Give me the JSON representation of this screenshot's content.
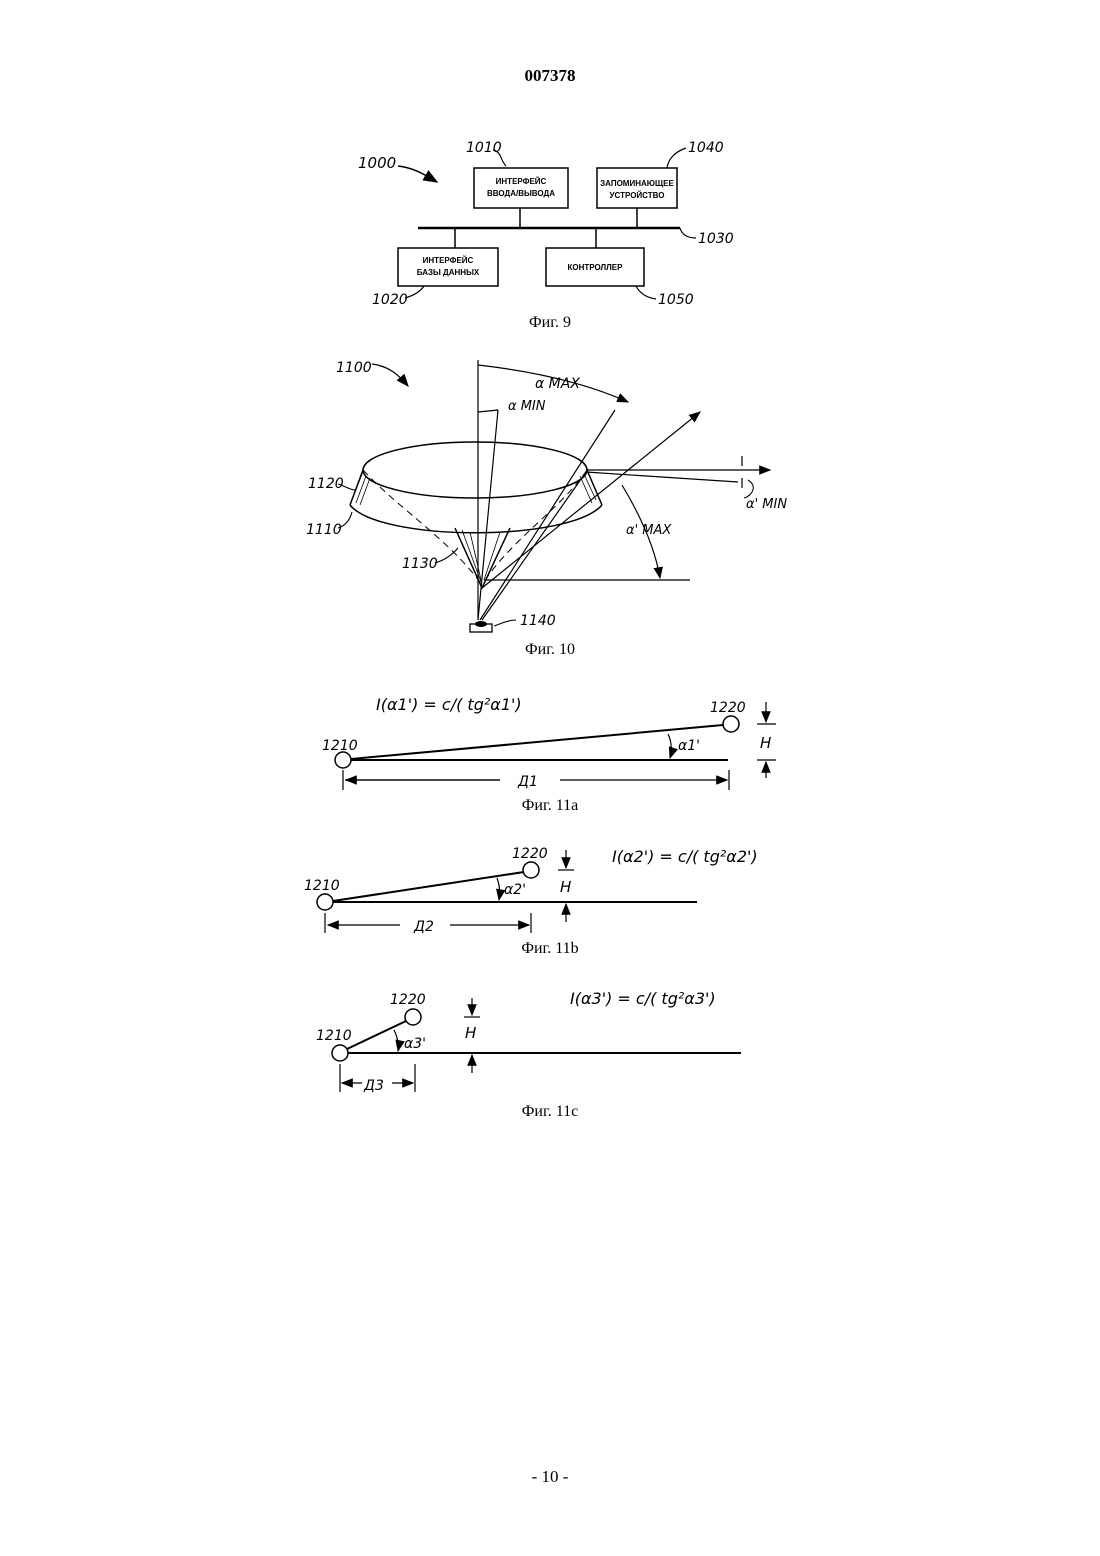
{
  "header": {
    "doc_number": "007378"
  },
  "footer": {
    "page_number": "- 10 -"
  },
  "fig9": {
    "caption": "Фиг. 9",
    "ref_system": "1000",
    "ref_io": "1010",
    "ref_db": "1020",
    "ref_bus": "1030",
    "ref_memory": "1040",
    "ref_controller": "1050",
    "io_label_line1": "ИНТЕРФЕЙС",
    "io_label_line2": "ВВОДА/ВЫВОДА",
    "memory_label_line1": "ЗАПОМИНАЮЩЕЕ",
    "memory_label_line2": "УСТРОЙСТВО",
    "db_label_line1": "ИНТЕРФЕЙС",
    "db_label_line2": "БАЗЫ ДАННЫХ",
    "controller_label": "КОНТРОЛЛЕР"
  },
  "fig10": {
    "caption": "Фиг. 10",
    "ref_device": "1100",
    "ref_rim": "1120",
    "ref_body": "1110",
    "ref_cone": "1130",
    "ref_source": "1140",
    "alpha_max": "α MAX",
    "alpha_min": "α MIN",
    "alpha_prime_min": "α' MIN",
    "alpha_prime_max": "α' MAX"
  },
  "fig11a": {
    "caption": "Фиг. 11a",
    "ref_left": "1210",
    "ref_right": "1220",
    "formula": "I(α1') = c/( tg²α1')",
    "angle": "α1'",
    "height": "H",
    "distance": "Д1"
  },
  "fig11b": {
    "caption": "Фиг. 11b",
    "ref_left": "1210",
    "ref_right": "1220",
    "formula": "I(α2') = c/( tg²α2')",
    "angle": "α2'",
    "height": "H",
    "distance": "Д2"
  },
  "fig11c": {
    "caption": "Фиг. 11c",
    "ref_left": "1210",
    "ref_right": "1220",
    "formula": "I(α3') = c/( tg²α3')",
    "angle": "α3'",
    "height": "H",
    "distance": "Д3"
  }
}
